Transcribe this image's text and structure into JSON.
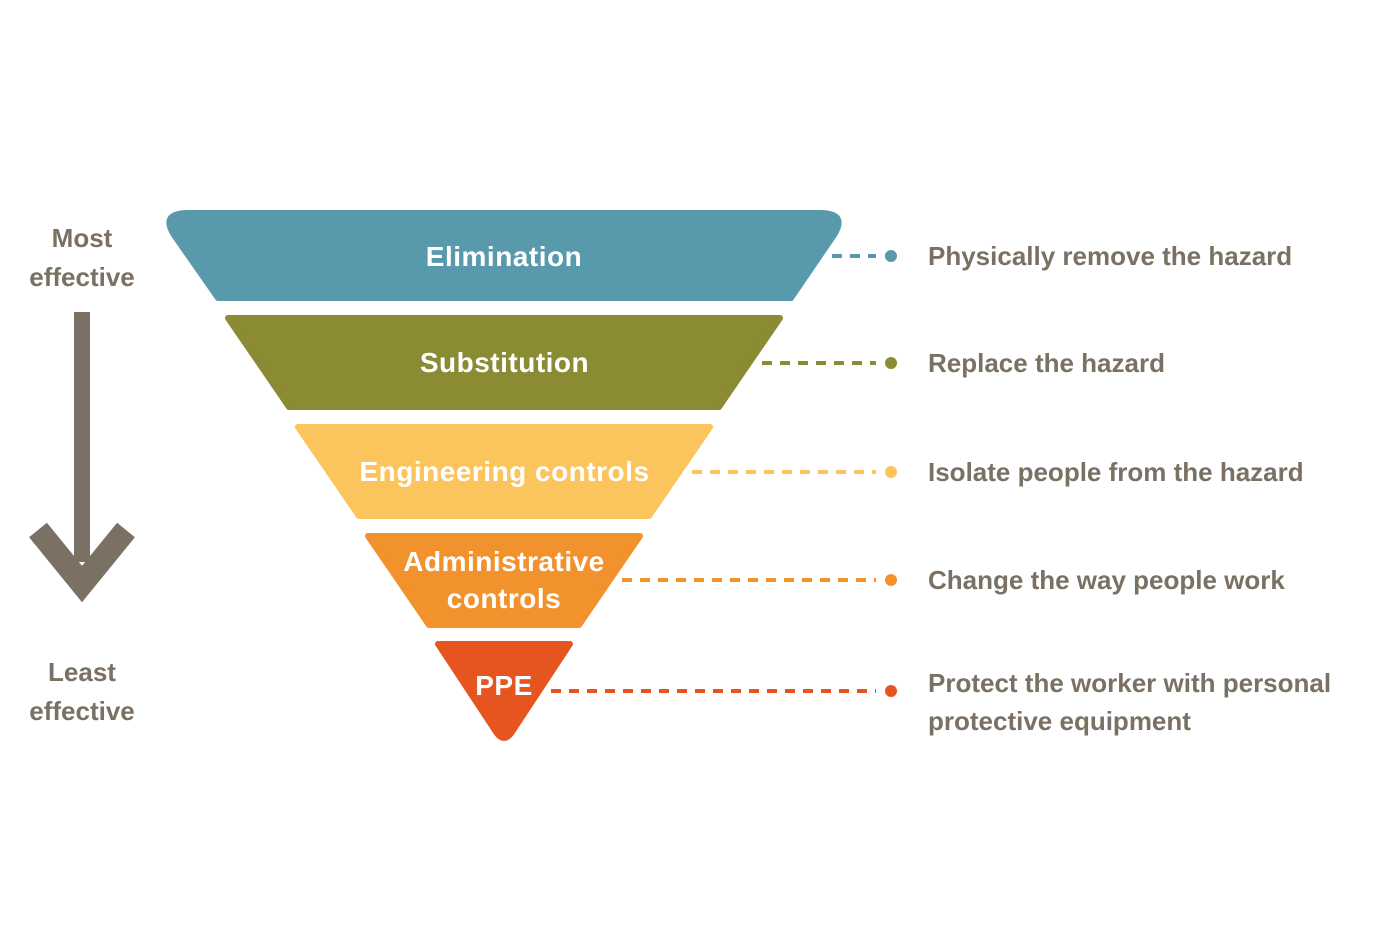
{
  "diagram": {
    "kind": "hierarchy-of-controls-funnel",
    "scale": {
      "most_effective": "Most effective",
      "least_effective": "Least effective"
    },
    "levels": [
      {
        "label": "Elimination",
        "description": "Physically remove the hazard",
        "color": "#5899AC"
      },
      {
        "label": "Substitution",
        "description": "Replace the hazard",
        "color": "#8A8B33"
      },
      {
        "label": "Engineering controls",
        "description": "Isolate people from the hazard",
        "color": "#FCC45C"
      },
      {
        "label": "Administrative controls",
        "description": "Change the way people work",
        "color": "#F2922D"
      },
      {
        "label": "PPE",
        "description": "Protect the worker with personal protective equipment",
        "color": "#E6551F"
      }
    ],
    "colors": {
      "text": "#7A7164",
      "arrow": "#7A7164",
      "band-text": "#FFFFFF",
      "bg": "#FFFFFF"
    }
  }
}
